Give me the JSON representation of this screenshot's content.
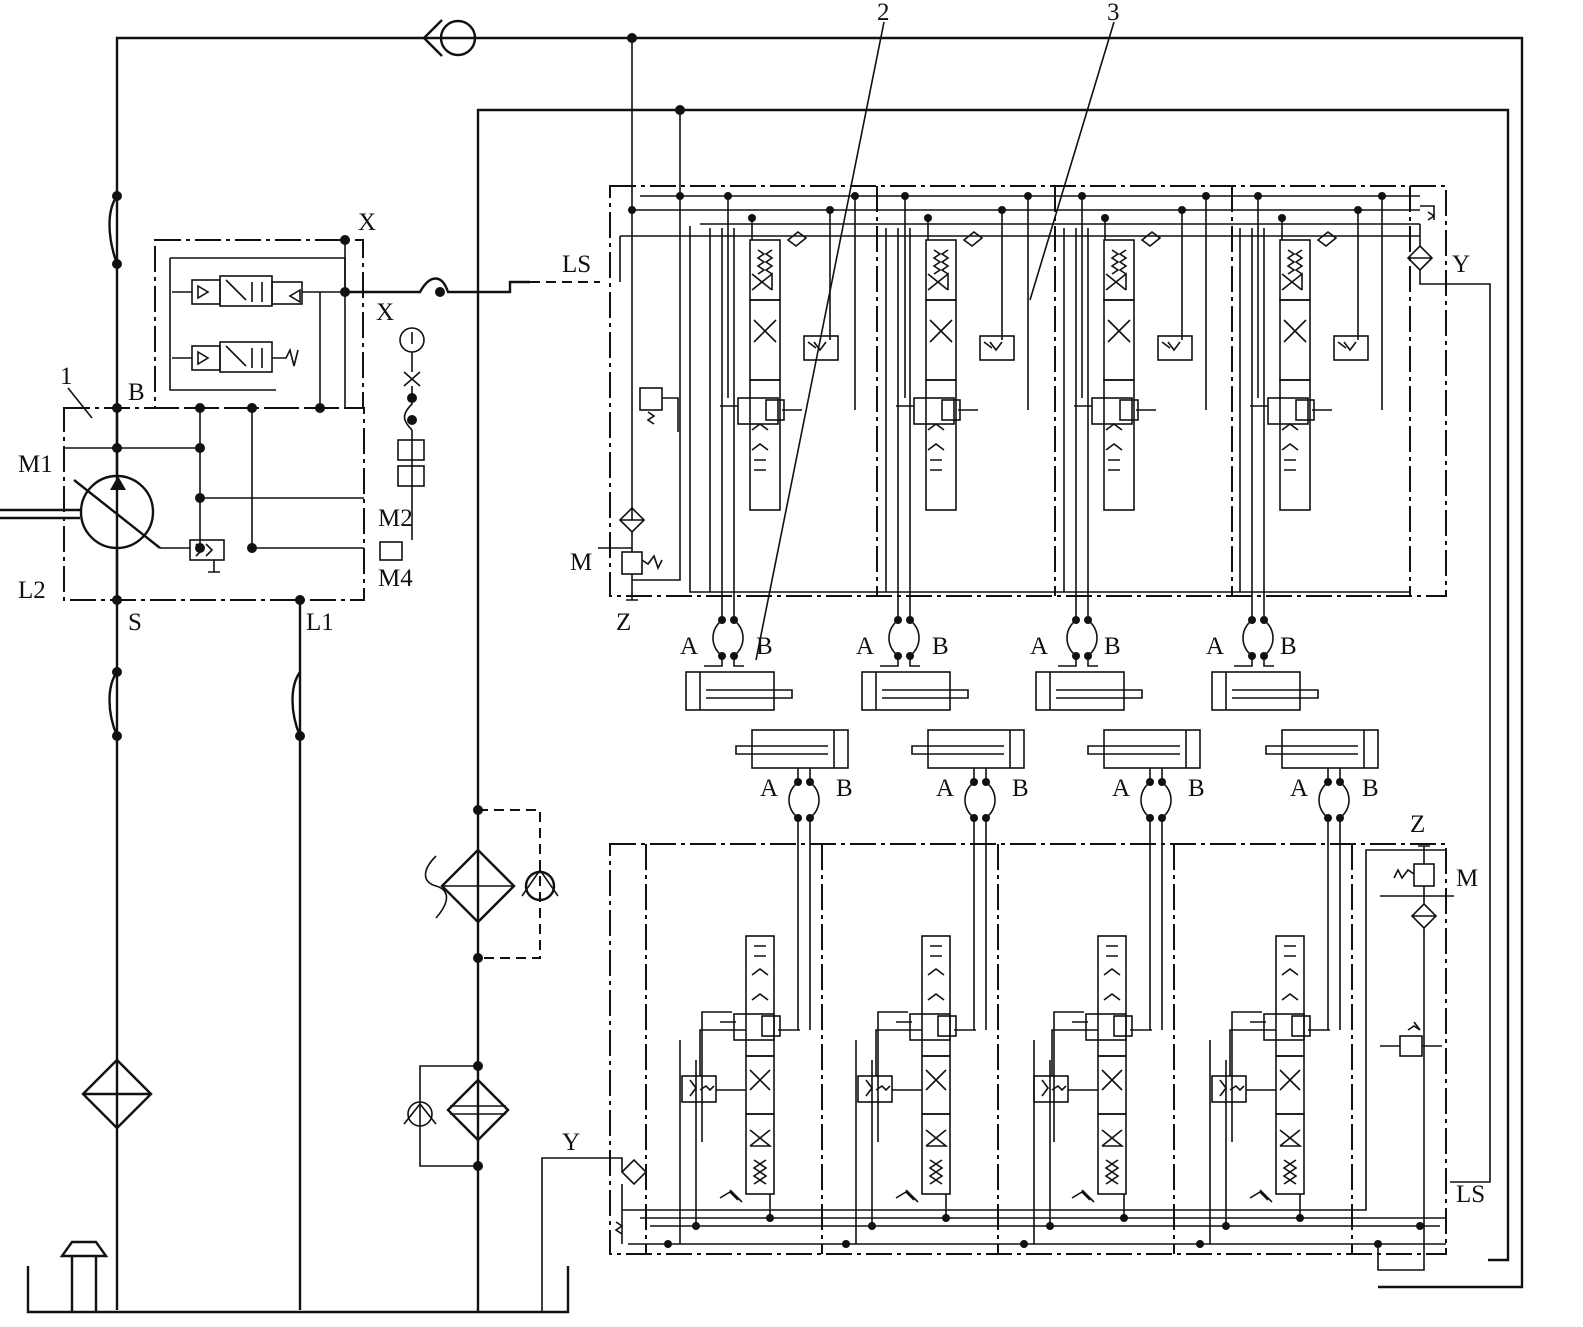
{
  "diagram": {
    "leaders": {
      "one": "1",
      "two": "2",
      "three": "3"
    },
    "ports": {
      "B": "B",
      "S": "S",
      "X": "X",
      "M1": "M1",
      "M2": "M2",
      "M4": "M4",
      "L1": "L1",
      "L2": "L2",
      "LS": "LS",
      "Y": "Y",
      "M": "M",
      "Z": "Z",
      "A": "A"
    }
  }
}
